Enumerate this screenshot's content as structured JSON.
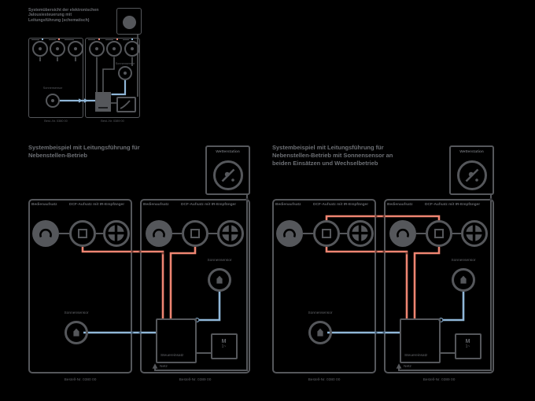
{
  "colors": {
    "background": "#000000",
    "diagram_gray": "#55575b",
    "text_gray": "#6d7075",
    "wire_red": "#ee8572",
    "wire_blue": "#90b7d8"
  },
  "icons": {
    "knob-top-unit-icon": "filled disk with black arc (rotary knob)",
    "standard-top-unit-icon": "ring with inner square outline",
    "comfort-top-unit-icon": "ring with cross-divided disk",
    "sun-sensor-icon": "ring with small house glyph",
    "weather-sensor-icon": "ring with diagonal slash and dots",
    "motor-icon": "M 1~ in square",
    "mains-arrow-icon": "small upward arrow"
  },
  "mini": {
    "title_lines": [
      "Systemübersicht der elektronischen",
      "Jalousiesteuerung mit",
      "Leitungsführung (schematisch)"
    ],
    "sensor1_label": "Sonnensensor",
    "sensor2_label": "Sonnensensor",
    "box1_caption": "Best.-Nr. 0380 00",
    "box2_caption": "Best.-Nr. 0389 00"
  },
  "diagram1": {
    "title_lines": [
      "Systembeispiel mit Leitungsführung für",
      "Nebenstellen-Betrieb",
      ""
    ],
    "weather_label": "Wetterstation",
    "box1": {
      "header_left": "Bedienaufsatz",
      "header_right": "DCF-Aufsatz mit IR-Empfänger",
      "sensor_label": "Sonnensensor",
      "caption": "Bestell-Nr. 0380 00"
    },
    "box2": {
      "header_left": "Bedienaufsatz",
      "header_right": "DCF-Aufsatz mit IR-Empfänger",
      "sensor_label": "Sonnensensor",
      "caption": "Bestell-Nr. 0389 00"
    },
    "unit_label": "Steuereinsatz",
    "mains_label": "Netz",
    "motor_label_top": "M",
    "motor_label_bottom": "1~"
  },
  "diagram2": {
    "title_lines": [
      "Systembeispiel mit Leitungsführung für",
      "Nebenstellen-Betrieb mit Sonnensensor an",
      "beiden Einsätzen und Wechselbetrieb"
    ],
    "weather_label": "Wetterstation",
    "box1": {
      "header_left": "Bedienaufsatz",
      "header_right": "DCF-Aufsatz mit IR-Empfänger",
      "sensor_label": "Sonnensensor",
      "caption": "Bestell-Nr. 0380 00"
    },
    "box2": {
      "header_left": "Bedienaufsatz",
      "header_right": "DCF-Aufsatz mit IR-Empfänger",
      "sensor_label": "Sonnensensor",
      "caption": "Bestell-Nr. 0389 00"
    },
    "unit_label": "Steuereinsatz",
    "mains_label": "Netz",
    "motor_label_top": "M",
    "motor_label_bottom": "1~"
  }
}
